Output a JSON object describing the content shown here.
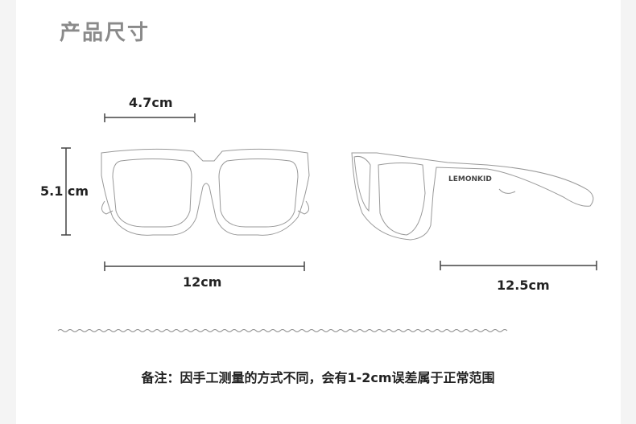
{
  "title": "产品尺寸",
  "dimensions": {
    "lens_width": "4.7cm",
    "lens_height": "5.1 cm",
    "frame_width": "12cm",
    "temple_length": "12.5cm"
  },
  "brand": "LEMONKID",
  "note": "备注：因手工测量的方式不同，会有1-2cm误差属于正常范围"
}
